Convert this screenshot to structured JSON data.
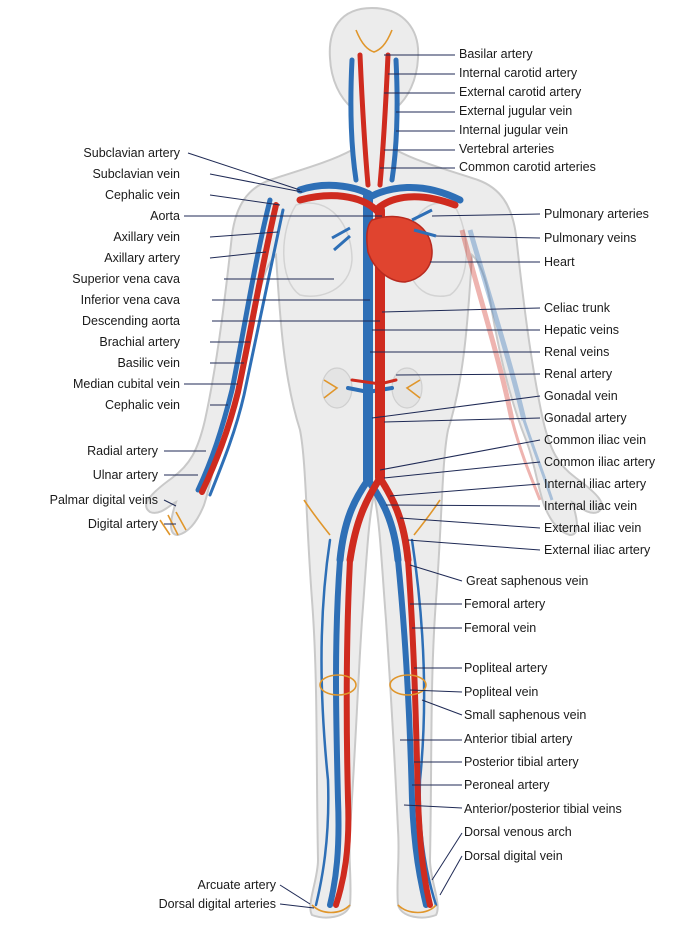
{
  "colors": {
    "artery": "#cf2b1f",
    "vein": "#2e6fb6",
    "minor_vessel": "#e0962b",
    "heart": "#e0442f",
    "body_fill": "#ececec",
    "body_outline": "#c9c9c9",
    "leader": "#1f2a55"
  },
  "labels_left": [
    "Subclavian artery",
    "Subclavian vein",
    "Cephalic vein",
    "Aorta",
    "Axillary vein",
    "Axillary artery",
    "Superior vena cava",
    "Inferior vena cava",
    "Descending aorta",
    "Brachial artery",
    "Basilic vein",
    "Median cubital vein",
    "Cephalic vein",
    "Radial artery",
    "Ulnar artery",
    "Palmar digital veins",
    "Digital artery",
    "Arcuate artery",
    "Dorsal digital arteries"
  ],
  "labels_right": [
    "Basilar artery",
    "Internal carotid artery",
    "External carotid artery",
    "External jugular vein",
    "Internal jugular vein",
    "Vertebral arteries",
    "Common carotid arteries",
    "Pulmonary arteries",
    "Pulmonary veins",
    "Heart",
    "Celiac trunk",
    "Hepatic veins",
    "Renal veins",
    "Renal artery",
    "Gonadal vein",
    "Gonadal artery",
    "Common iliac vein",
    "Common iliac artery",
    "Internal iliac artery",
    "Internal iliac vein",
    "External iliac vein",
    "External iliac artery",
    "Great saphenous vein",
    "Femoral artery",
    "Femoral vein",
    "Popliteal artery",
    "Popliteal vein",
    "Small saphenous vein",
    "Anterior tibial artery",
    "Posterior tibial artery",
    "Peroneal artery",
    "Anterior/posterior tibial veins",
    "Dorsal venous arch",
    "Dorsal digital vein"
  ]
}
